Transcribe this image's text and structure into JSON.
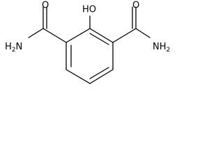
{
  "molecule": {
    "labels": {
      "hydroxyl": "HO",
      "carbonyl_oxygen_left": "O",
      "carbonyl_oxygen_right": "O",
      "amide_left": {
        "main": "H",
        "subscript": "2",
        "tail": "N"
      },
      "amide_right": {
        "main": "NH",
        "subscript": "2"
      }
    }
  }
}
